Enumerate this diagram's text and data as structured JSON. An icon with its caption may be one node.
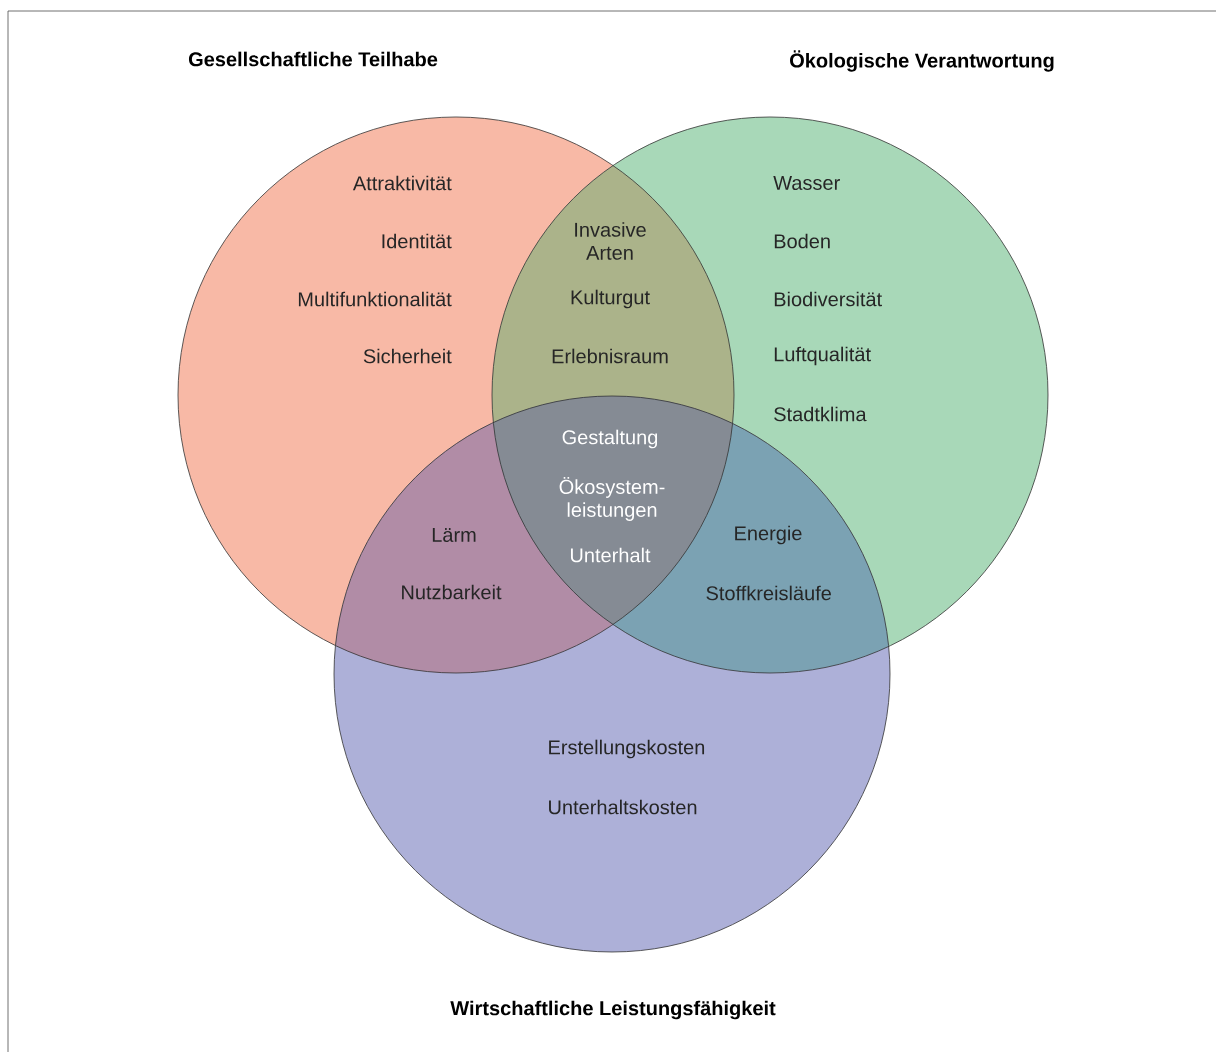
{
  "diagram": {
    "nodes": [
      {
        "text": [
          "Gesellschaftliche Teilhabe"
        ]
      },
      {
        "text": [
          "Ökologische Verantwortung"
        ]
      },
      {
        "text": [
          "Wirtschaftliche Leistungsfähigkeit"
        ]
      }
    ],
    "labels": [
      "Attraktivität",
      "Wasser",
      "Invasive Arten",
      "Identität",
      "Boden",
      "Kulturgut",
      "Multifunktionalität",
      "Biodiversität",
      "Erlebnisraum",
      "Sicherheit",
      "Luftqualität",
      "Stadtklima",
      "Gestaltung",
      "Ökosystem- leistungen",
      "Lärm",
      "Energie",
      "Unterhalt",
      "Nutzbarkeit",
      "Stoffkreisläufe",
      "Erstellungskosten",
      "Unterhaltskosten"
    ]
  }
}
